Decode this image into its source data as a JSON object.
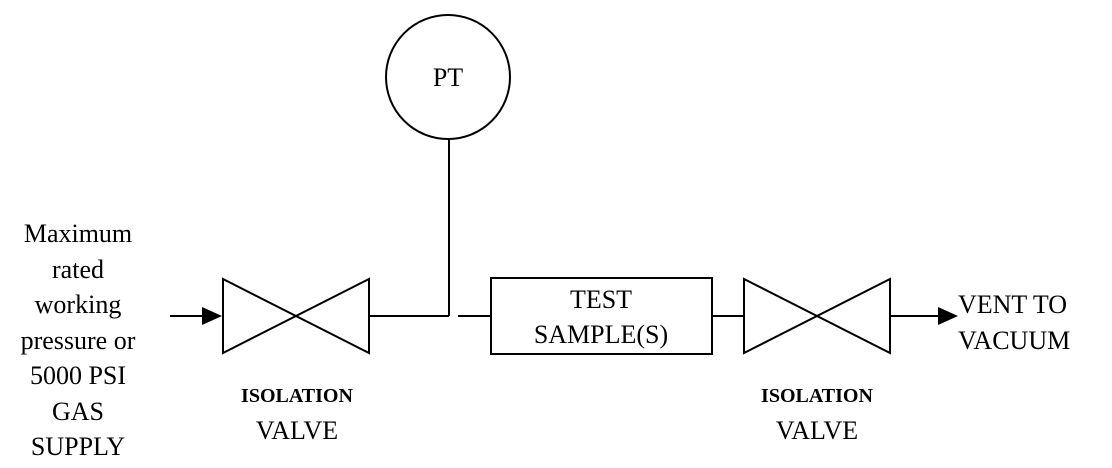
{
  "pressure_transducer": {
    "label": "PT"
  },
  "supply": {
    "lines": [
      "Maximum",
      "rated",
      "working",
      "pressure or",
      "5000 PSI",
      "GAS",
      "SUPPLY"
    ]
  },
  "isolation_valve_left": {
    "line1": "ISOLATION",
    "line2": "VALVE"
  },
  "test_sample": {
    "line1": "TEST",
    "line2": "SAMPLE(S)"
  },
  "isolation_valve_right": {
    "line1": "ISOLATION",
    "line2": "VALVE"
  },
  "vent": {
    "line1": "VENT TO",
    "line2": "VACUUM"
  }
}
